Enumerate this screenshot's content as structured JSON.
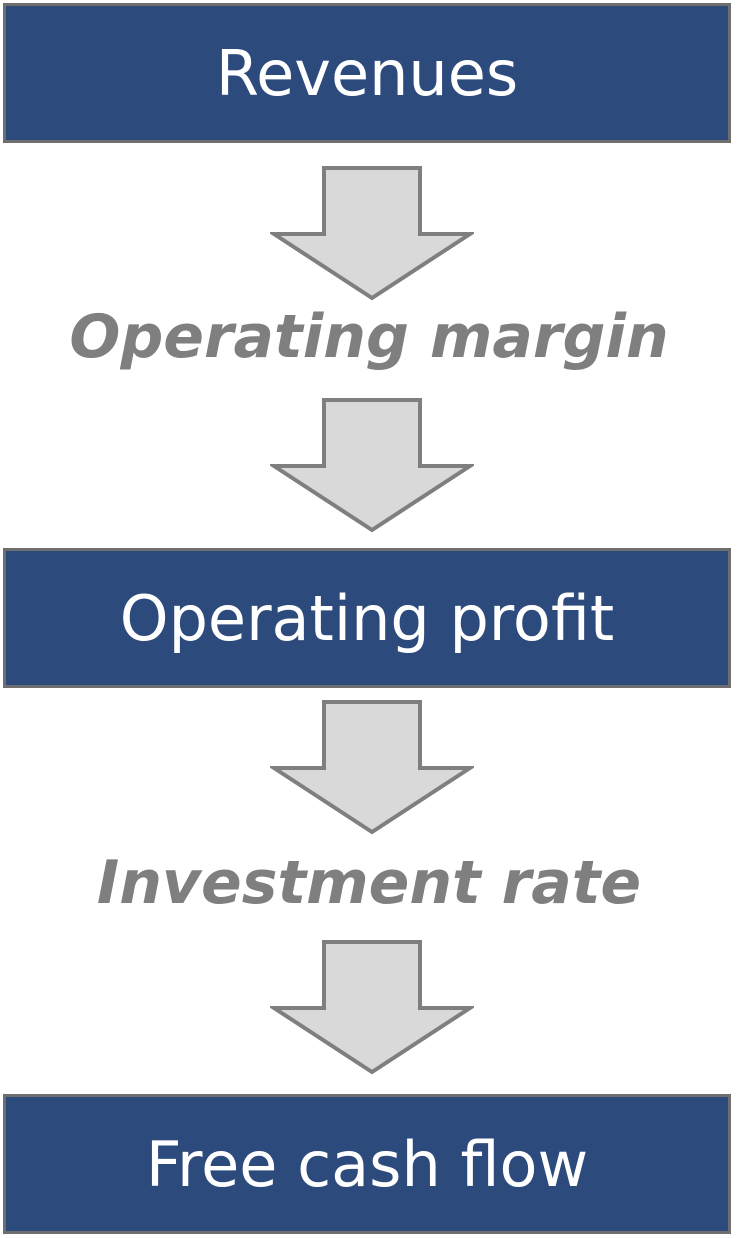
{
  "flow": {
    "revenues": "Revenues",
    "operating_margin": "Operating margin",
    "operating_profit": "Operating profit",
    "investment_rate": "Investment rate",
    "free_cash_flow": "Free cash flow"
  },
  "colors": {
    "box_fill": "#2c4a7c",
    "box_border": "#6e6e6e",
    "arrow_fill": "#d9d9d9",
    "arrow_stroke": "#7f7f7f",
    "driver_text": "#7f7f7f"
  }
}
